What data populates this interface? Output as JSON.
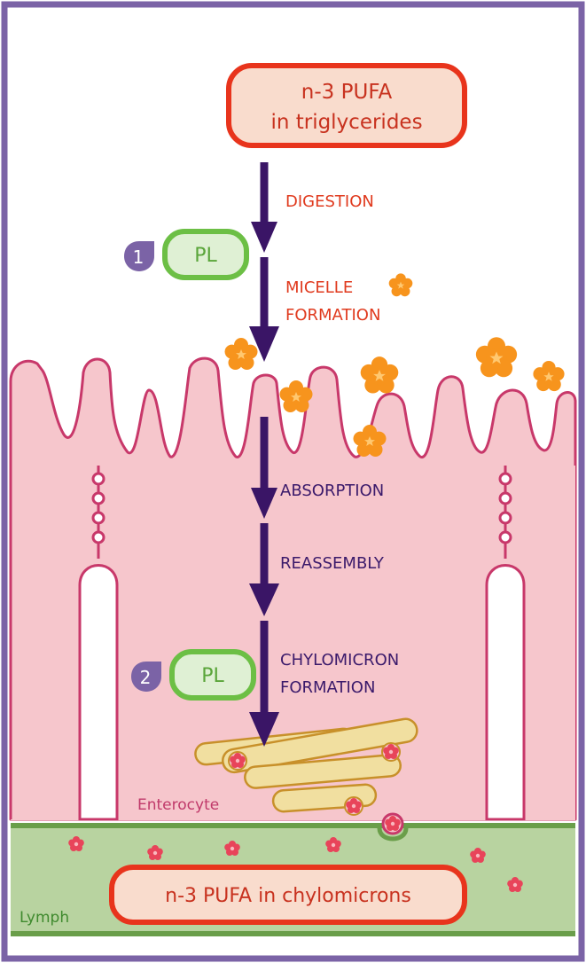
{
  "source_box": {
    "line1": "n-3 PUFA",
    "line2": "in triglycerides"
  },
  "steps": {
    "digestion": "DIGESTION",
    "micelle_line1": "MICELLE",
    "micelle_line2": "FORMATION",
    "absorption": "ABSORPTION",
    "reassembly": "REASSEMBLY",
    "chylo_line1": "CHYLOMICRON",
    "chylo_line2": "FORMATION"
  },
  "pl_marker_1": {
    "number": "1",
    "label": "PL"
  },
  "pl_marker_2": {
    "number": "2",
    "label": "PL"
  },
  "enterocyte_label": "Enterocyte",
  "lymph_label": "Lymph",
  "result_box": {
    "text": "n-3 PUFA in chylomicrons"
  },
  "colors": {
    "frame": "#7b63a6",
    "arrow": "#3a1566",
    "cell_fill": "#f6c6cc",
    "cell_stroke": "#c8386a",
    "micelle": "#f7941d",
    "lymph_fill": "#b8d3a0",
    "lymph_stroke": "#6a9e4a",
    "box_stroke": "#e8341c",
    "box_fill": "#f9dccd",
    "pl_stroke": "#6cbf45",
    "pl_fill": "#dff0d4",
    "badge": "#7b63a6",
    "golgi_fill": "#f1dfa0",
    "golgi_stroke": "#c8902a"
  }
}
